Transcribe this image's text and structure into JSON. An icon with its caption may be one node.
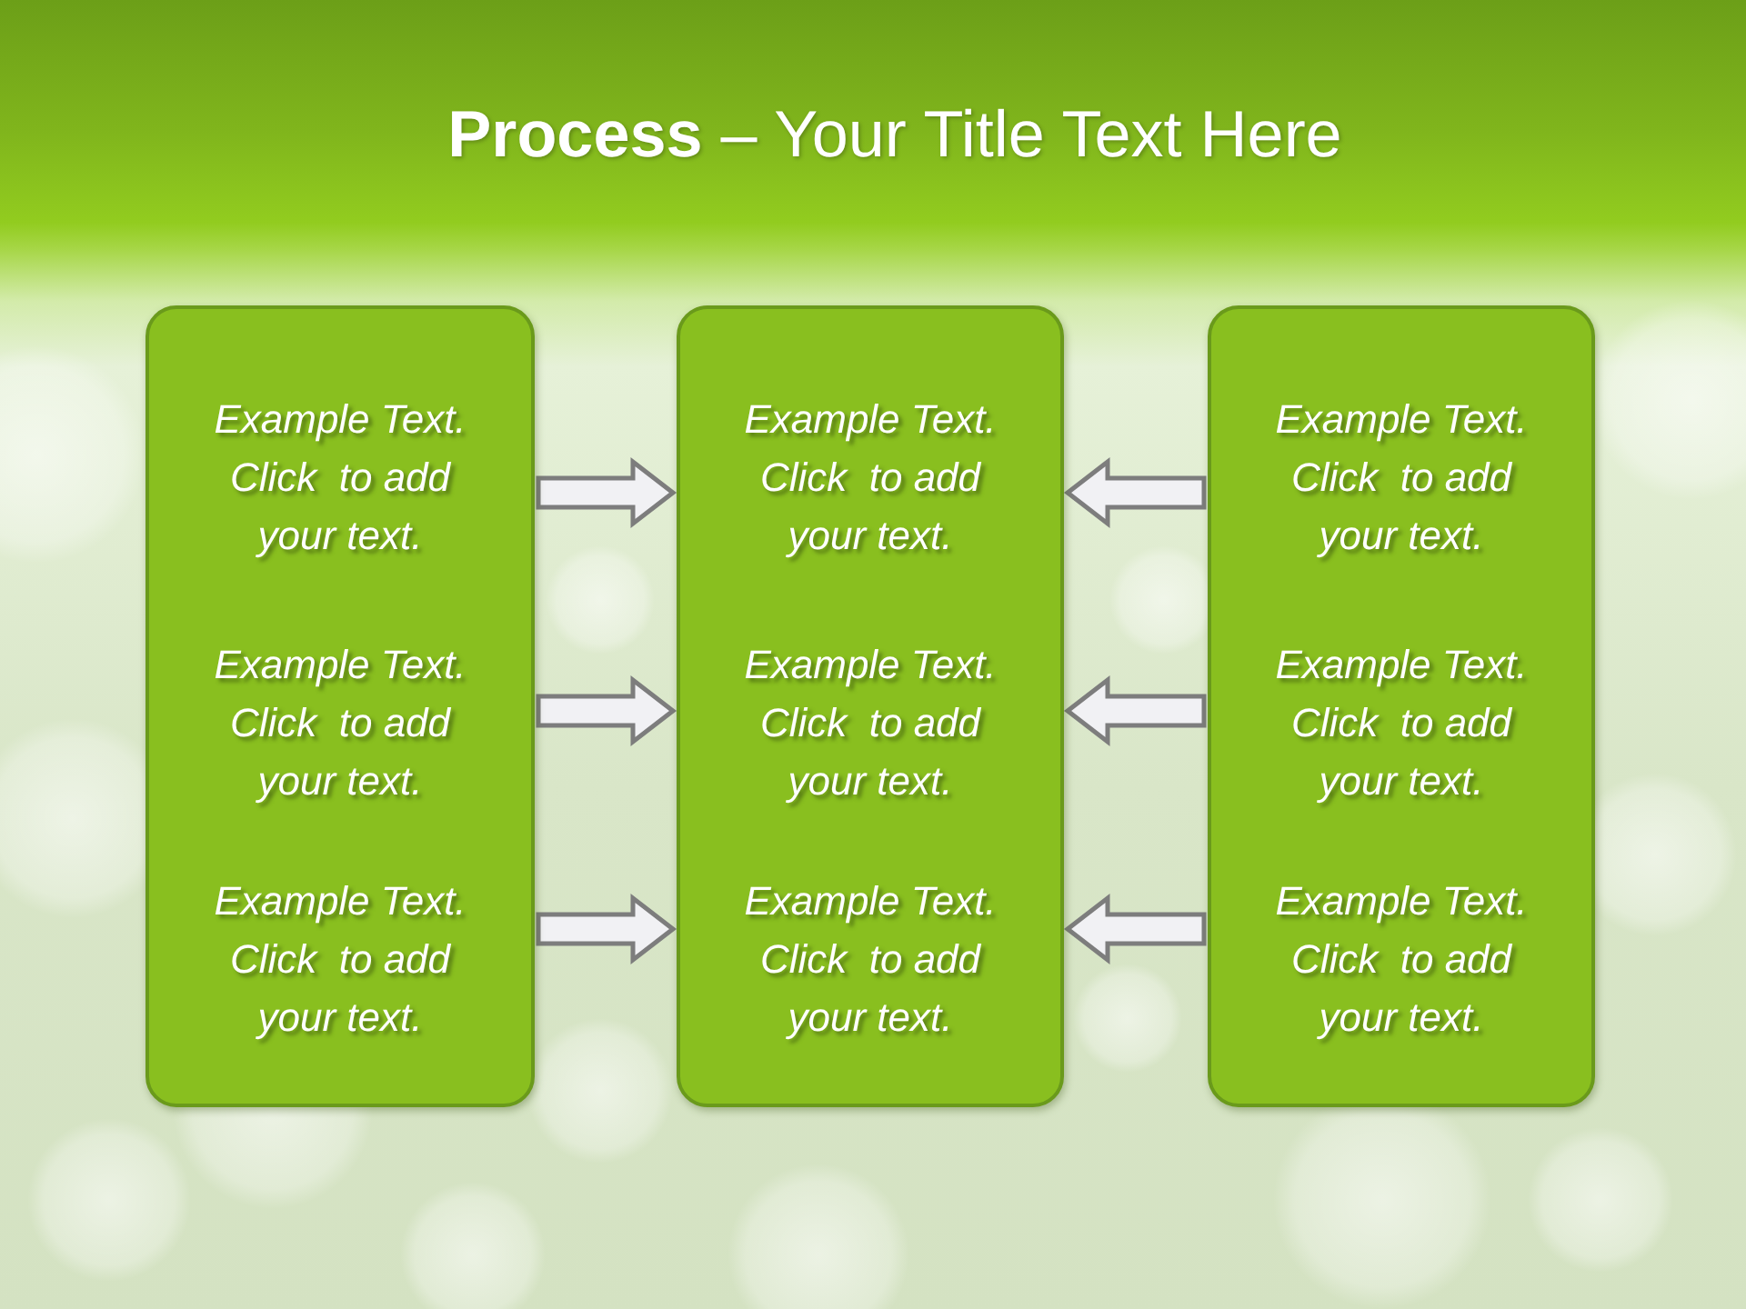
{
  "diagram": {
    "title": "**Process** – Your Title Text Here",
    "nodes": [
      {
        "text": [
          "Example Text. Click  to add your text.",
          "Example Text. Click  to add your text.",
          "Example Text. Click  to add your text."
        ]
      },
      {
        "text": [
          "Example Text. Click  to add your text.",
          "Example Text. Click  to add your text.",
          "Example Text. Click  to add your text."
        ]
      },
      {
        "text": [
          "Example Text. Click  to add your text.",
          "Example Text. Click  to add your text.",
          "Example Text. Click  to add your text."
        ]
      }
    ],
    "edges": [
      {
        "from": 0,
        "to": 1,
        "arrow": "to"
      },
      {
        "from": 0,
        "to": 1,
        "arrow": "to"
      },
      {
        "from": 0,
        "to": 1,
        "arrow": "to"
      },
      {
        "from": 2,
        "to": 1,
        "arrow": "to"
      },
      {
        "from": 2,
        "to": 1,
        "arrow": "to"
      },
      {
        "from": 2,
        "to": 1,
        "arrow": "to"
      }
    ]
  }
}
